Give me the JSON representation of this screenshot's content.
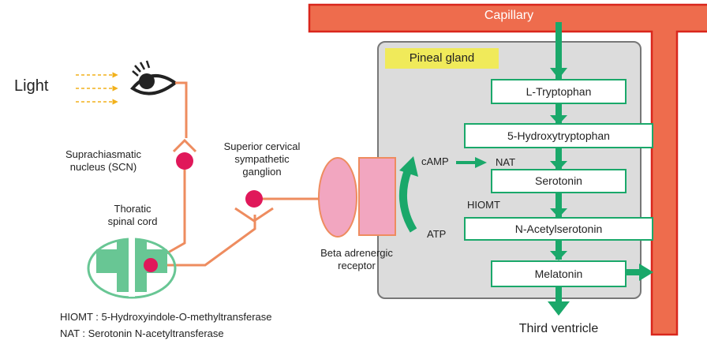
{
  "light": "Light",
  "capillary": "Capillary",
  "pineal_gland": "Pineal gland",
  "neural": {
    "scn": [
      "Suprachiasmatic",
      "nucleus (SCN)"
    ],
    "spinal_cord": [
      "Thoratic",
      "spinal cord"
    ],
    "ganglion": [
      "Superior cervical",
      "sympathetic",
      "ganglion"
    ],
    "receptor": [
      "Beta adrenergic",
      "receptor"
    ]
  },
  "pathway": {
    "steps": [
      "L-Tryptophan",
      "5-Hydroxytryptophan",
      "Serotonin",
      "N-Acetylserotonin",
      "Melatonin"
    ],
    "camp": "cAMP",
    "atp": "ATP",
    "nat": "NAT",
    "hiomt": "HIOMT",
    "output": "Third ventricle"
  },
  "legend": [
    "HIOMT : 5-Hydroxyindole-O-methyltransferase",
    "NAT : Serotonin N-acetyltransferase"
  ],
  "colors": {
    "capillary": "#ee6c4d",
    "capillary_edge": "#d9261c",
    "nerve": "#ee8c5f",
    "neuron": "#e0185a",
    "green": "#1aa86a",
    "spinal": "#68c694",
    "receptor": "#f2a6c0",
    "gland": "#dcdcdc",
    "highlight": "#f0ea5a",
    "light_arrow": "#f2b11b"
  }
}
